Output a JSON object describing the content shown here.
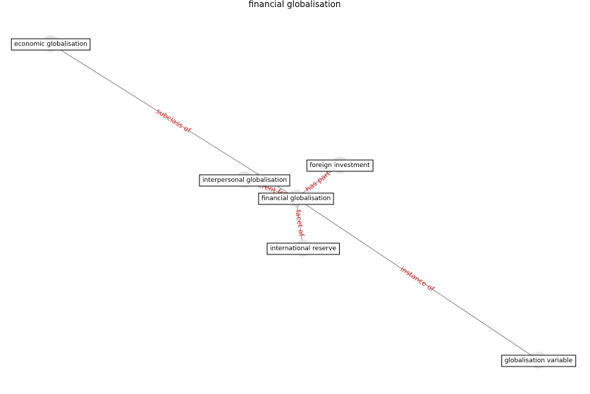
{
  "title": "financial globalisation",
  "colors": {
    "edge": "#888888",
    "edge_label": "#d62728",
    "node_halo": "#e6e6e6"
  },
  "nodes": [
    {
      "id": "economic",
      "label": "economic globalisation"
    },
    {
      "id": "interpersonal",
      "label": "interpersonal globalisation"
    },
    {
      "id": "foreign",
      "label": "foreign investment"
    },
    {
      "id": "financial",
      "label": "financial globalisation"
    },
    {
      "id": "reserve",
      "label": "international reserve"
    },
    {
      "id": "variable",
      "label": "globalisation variable"
    }
  ],
  "edges": [
    {
      "from": "financial",
      "to": "economic",
      "label": "subclass of"
    },
    {
      "from": "financial",
      "to": "variable",
      "label": "instance of"
    },
    {
      "from": "financial",
      "to": "foreign",
      "label": "has part"
    },
    {
      "from": "reserve",
      "to": "financial",
      "label": "facet of"
    },
    {
      "from": "interpersonal",
      "to": "financial",
      "label": "different from"
    }
  ]
}
